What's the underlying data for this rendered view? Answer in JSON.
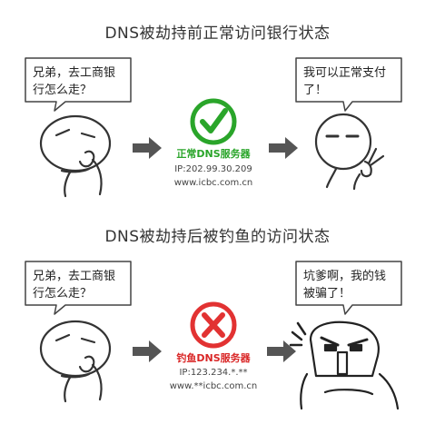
{
  "colors": {
    "ok_green": "#2aa52a",
    "danger_red": "#e23232",
    "danger_label": "#d92626",
    "arrow": "#555555",
    "stroke": "#333333"
  },
  "scenarios": [
    {
      "title": "DNS被劫持前正常访问银行状态",
      "user_question_lines": [
        "兄弟，去工商银",
        "行怎么走？"
      ],
      "server_status_icon": "check-icon",
      "server_label": "正常DNS服务器",
      "server_ip": "IP:202.99.30.209",
      "server_domain": "www.icbc.com.cn",
      "reply_lines": [
        "我可以正常支付",
        "了！"
      ],
      "reply_mood": "happy"
    },
    {
      "title": "DNS被劫持后被钓鱼的访问状态",
      "user_question_lines": [
        "兄弟，去工商银",
        "行怎么走？"
      ],
      "server_status_icon": "x-icon",
      "server_label": "钓鱼DNS服务器",
      "server_ip": "IP:123.234.*.**",
      "server_domain": "www.**icbc.com.cn",
      "reply_lines": [
        "坑爹啊，我的钱",
        "被骗了！"
      ],
      "reply_mood": "shocked"
    }
  ]
}
